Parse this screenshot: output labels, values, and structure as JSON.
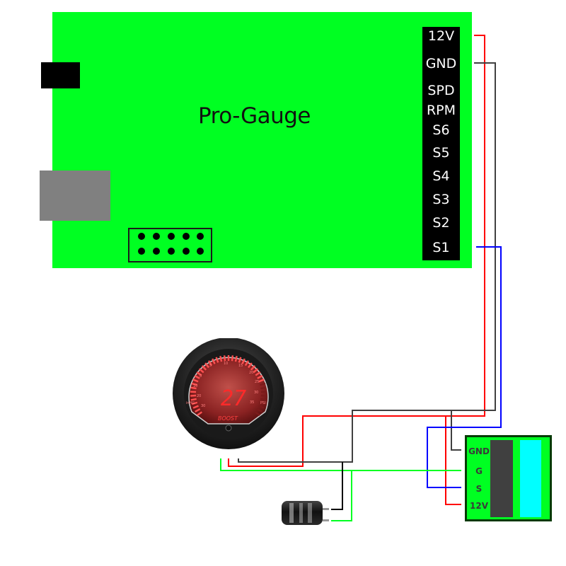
{
  "board": {
    "title": "Pro-Gauge",
    "color": "#00ff22",
    "pins": [
      "12V",
      "GND",
      "SPD",
      "RPM",
      "S6",
      "S5",
      "S4",
      "S3",
      "S2",
      "S1"
    ]
  },
  "gauge": {
    "reading": "27",
    "label": "BOOST",
    "left_unit": "inHG",
    "right_unit": "PSI",
    "scale_left": [
      "0",
      "10",
      "20",
      "30"
    ],
    "scale_top": [
      "5",
      "10",
      "15"
    ],
    "scale_right": [
      "20",
      "25",
      "30",
      "35"
    ]
  },
  "sensor": {
    "pins": [
      "GND",
      "G",
      "S",
      "12V"
    ]
  },
  "capacitor": {
    "name": "capacitor"
  },
  "wires": [
    {
      "name": "12V",
      "color": "#ff0000"
    },
    {
      "name": "GND",
      "color": "#404040"
    },
    {
      "name": "S1-signal",
      "color": "#0000ff"
    },
    {
      "name": "G-ground",
      "color": "#00ff22"
    },
    {
      "name": "capacitor-negative",
      "color": "#000000"
    }
  ]
}
